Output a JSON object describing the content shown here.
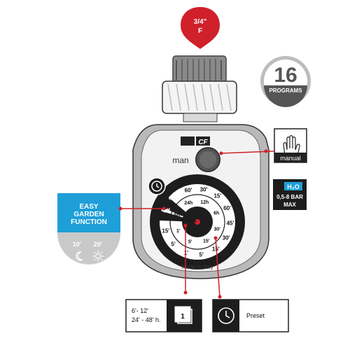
{
  "connector_pin": {
    "line1": "3/4\"",
    "line2": "F",
    "color": "#d0202a"
  },
  "programs_badge": {
    "number": "16",
    "label": "PROGRAMS"
  },
  "device": {
    "brand": "CF",
    "man_label": "man",
    "made_in": "Made in Italy",
    "dial_outer": [
      "off",
      "easy",
      "60'",
      "30'",
      "15'",
      "60'",
      "45'",
      "30'",
      "15'",
      "5'",
      "1'",
      "5'",
      "15'"
    ],
    "dial_inner": [
      "48h",
      "24h",
      "12h",
      "6h",
      "30'",
      "15'",
      "5'",
      "1'"
    ]
  },
  "manual_box": {
    "label": "manual"
  },
  "pressure_box": {
    "h2o": "H₂O",
    "line1": "0,5-8 BAR",
    "line2": "MAX"
  },
  "easy_garden": {
    "title_lines": [
      "EASY",
      "GARDEN",
      "FUNCTION"
    ],
    "time_a": "10'",
    "time_b": "20'"
  },
  "bottom_left_box": {
    "line1": "6'- 12'",
    "line2": "24' - 48' h.",
    "icon_number": "1"
  },
  "bottom_right_box": {
    "label": "Preset"
  },
  "colors": {
    "red": "#d0202a",
    "blue": "#1e9fd8",
    "dark": "#2b2b2b",
    "grey": "#cfcfcf"
  }
}
